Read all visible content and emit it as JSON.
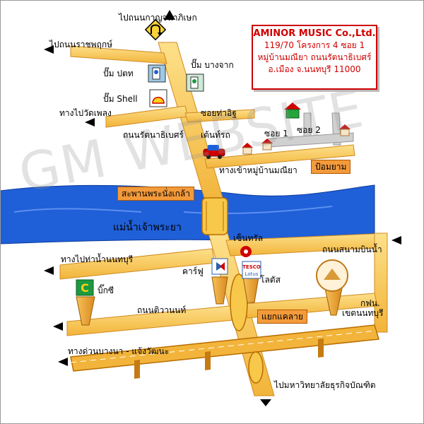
{
  "company": {
    "name": "AMINOR MUSIC Co.,Ltd.",
    "address_line1": "119/70 โครงการ 4 ซอย 1",
    "address_line2": "หมู่บ้านมณียา ถนนรัตนาธิเบศร์",
    "address_line3": "อ.เมือง จ.นนทบุรี 11000"
  },
  "labels": {
    "to_kanchanaphisek": "ไปถนนกาญจนาภิเษก",
    "to_ratchaphruek": "ไปถนนราชพฤกษ์",
    "ptt_pump": "ปั๊ม ปตท",
    "bangchak_pump": "ปั๊ม บางจาก",
    "shell_pump": "ปั๊ม Shell",
    "to_wat_phleng": "ทางไปวัดเพลง",
    "soi_tha_it": "ซอยท่าอิฐ",
    "rattanathibet_rd": "ถนนรัตนาธิเบศร์",
    "tent_shop": "เต้นท์รถ",
    "soi_1": "ซอย 1",
    "soi_2": "ซอย 2",
    "maneeya_entrance": "ทางเข้าหมู่บ้านมณียา",
    "river": "แม่น้ำเจ้าพระยา",
    "central": "เซ็นทรัล",
    "sanambinnam_rd": "ถนนสนามบินน้ำ",
    "to_nonthaburi_pier": "ทางไปท่าน้ำนนทบุรี",
    "carrefour": "คาร์ฟู",
    "lotus": "โลตัส",
    "bigc": "บิ๊กซี",
    "tiwanon_rd": "ถนนติวานนท์",
    "egat": "กฟน.",
    "egat_area": "เขตนนทบุรี",
    "expressway": "ทางด่วนบางนา - แจ้งวัฒนะ",
    "to_university": "ไปมหาวิทยาลัยธุรกิจบัณฑิต"
  },
  "callouts": {
    "bridge": "สะพานพระนั่งเกล้า",
    "security_booth": "ป้อมยาม",
    "intersection": "แยกแคลาย"
  },
  "logos": {
    "tesco_top": "TESCO",
    "tesco_bottom": "Lotus"
  },
  "watermark": "GM WEBSITE",
  "colors": {
    "road": "#f7c84a",
    "road_edge": "#d08a20",
    "river": "#1f5fd8",
    "callout": "#f39a3b",
    "accent_red": "#d00000"
  },
  "icons": [
    "u-turn-sign-icon",
    "gas-pump-icon",
    "shell-logo-icon",
    "house-icon",
    "car-icon",
    "store-pillar-icon",
    "arrow-icon"
  ]
}
